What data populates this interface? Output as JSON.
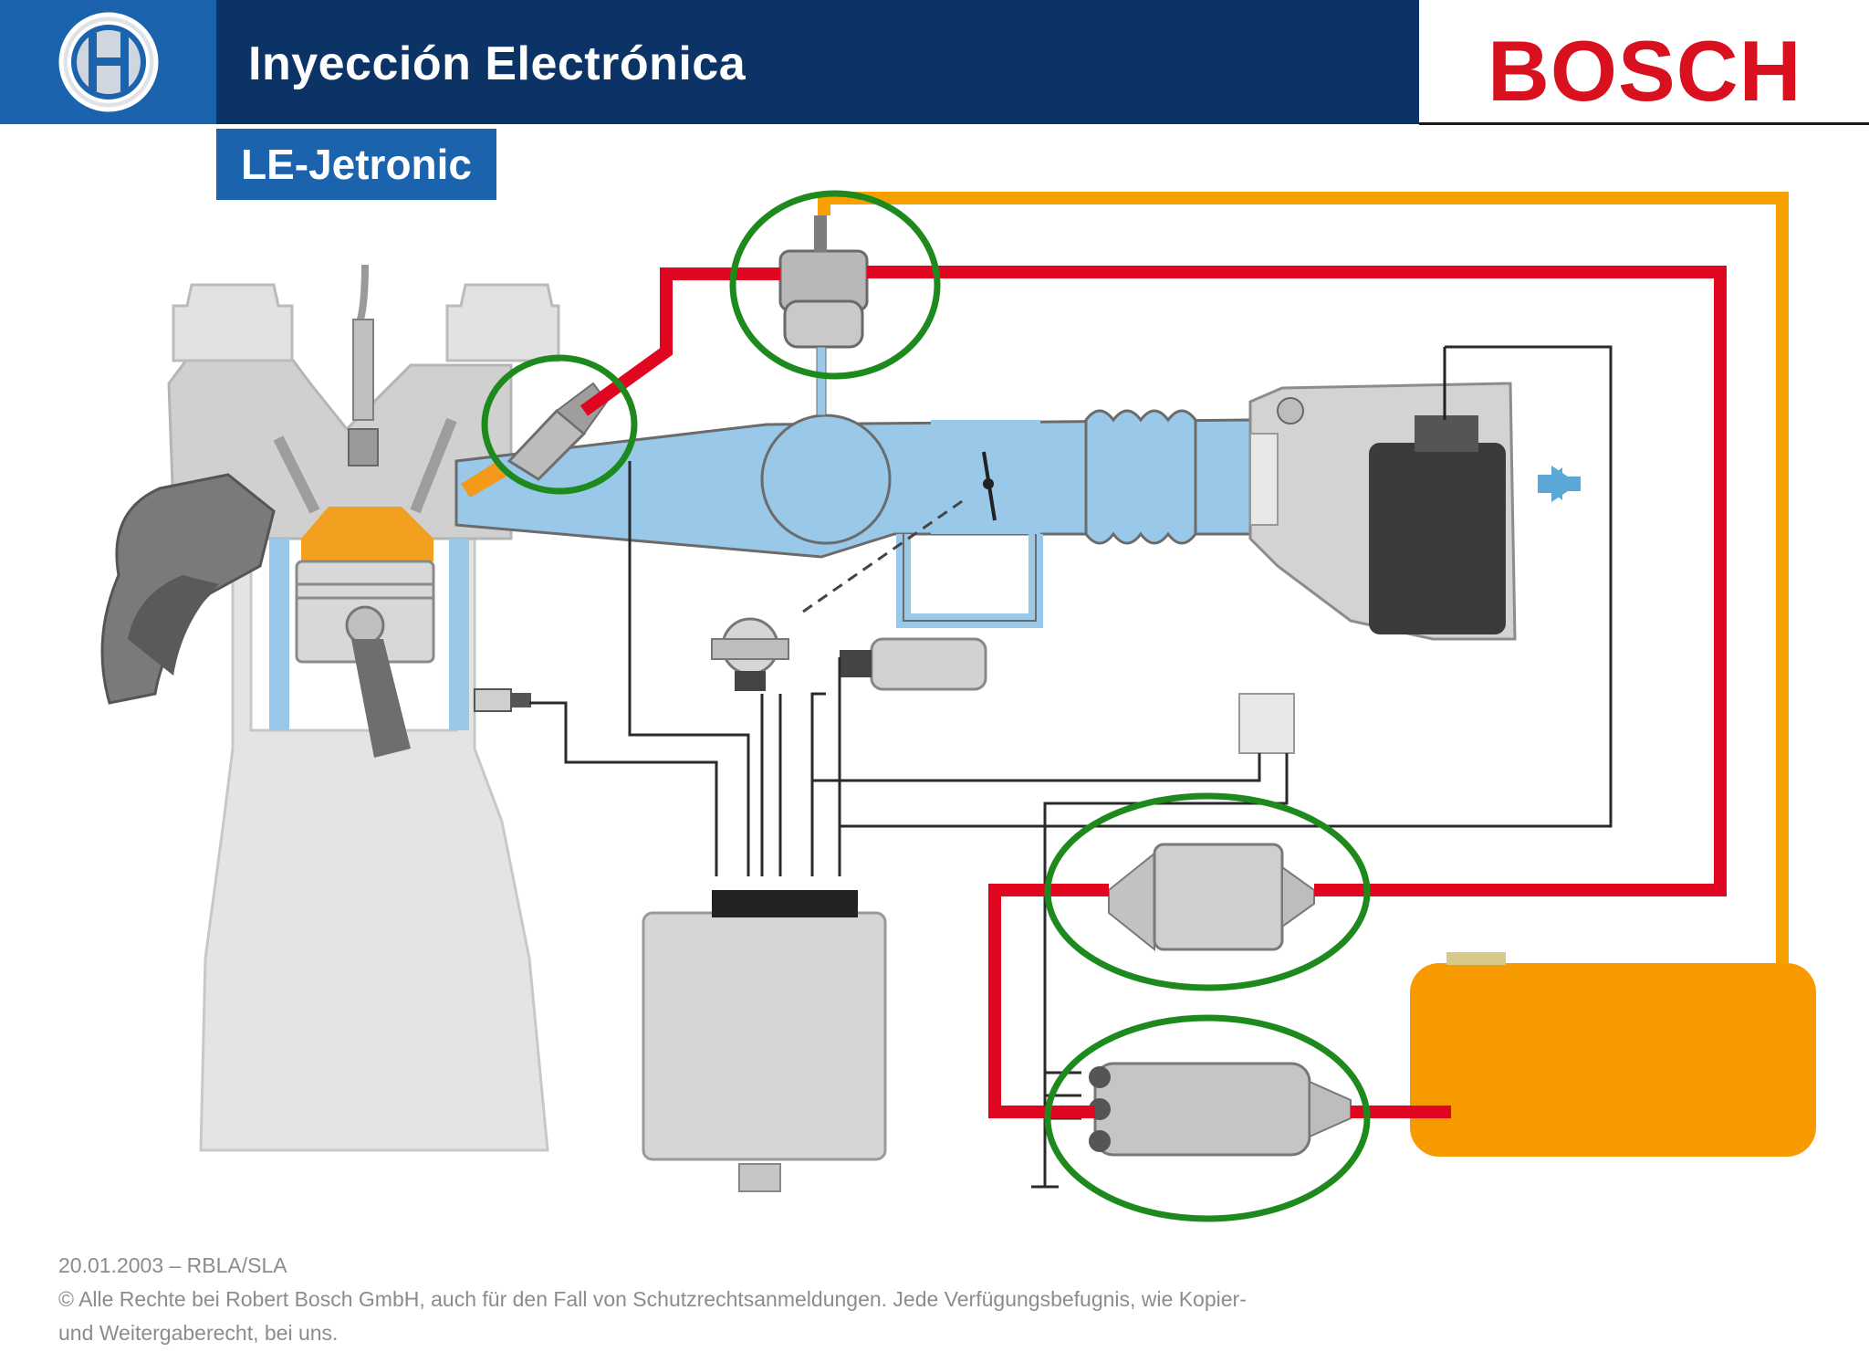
{
  "header": {
    "title": "Inyección Electrónica",
    "brand": "BOSCH",
    "logo_icon": "bosch-armature-icon"
  },
  "subtitle": "LE-Jetronic",
  "colors": {
    "header_navy": "#0c3366",
    "header_blue": "#1b63ad",
    "brand_red": "#d9111f",
    "fuel_supply_red": "#e0061f",
    "fuel_return_orange": "#f7a000",
    "tank_orange": "#f79a00",
    "highlight_green": "#1e8a1e",
    "intake_air_blue": "#99c8e8"
  },
  "footer": {
    "line1": "20.01.2003 – RBLA/SLA",
    "line2": "© Alle Rechte bei Robert Bosch GmbH, auch für den Fall von Schutzrechtsanmeldungen. Jede Verfügungsbefugnis, wie Kopier-",
    "line3": "und Weitergaberecht, bei uns."
  }
}
